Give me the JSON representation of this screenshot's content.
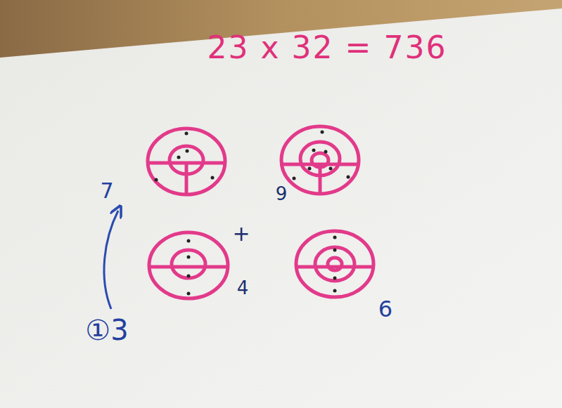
{
  "diagram": {
    "title": "23 x 32 = 736",
    "labels": [
      "7",
      "9",
      "+",
      "4",
      "①3",
      "6"
    ]
  }
}
